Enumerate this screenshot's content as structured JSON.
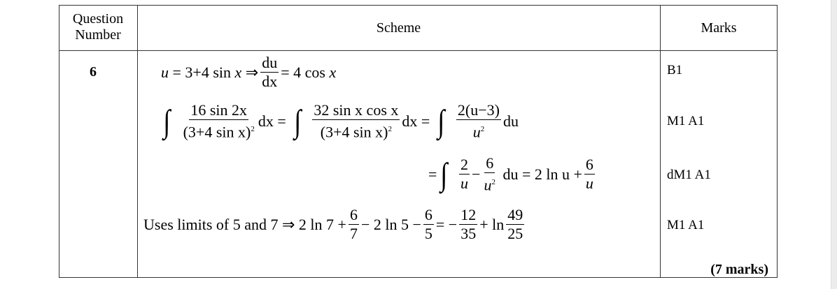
{
  "header": {
    "question_number_line1": "Question",
    "question_number_line2": "Number",
    "scheme": "Scheme",
    "marks": "Marks"
  },
  "question_number": "6",
  "scheme": {
    "line1": {
      "u": "u",
      "lhs": " = 3+4 sin ",
      "x": "x",
      "implies": " ⇒",
      "num": "du",
      "den": "dx",
      "rhs": "= 4 cos ",
      "x2": "x"
    },
    "line2": {
      "int1_num": "16 sin 2x",
      "int1_den": "(3+4 sin x)",
      "sq": "2",
      "dx": "dx =",
      "int2_num": "32 sin x cos x",
      "int2_den": "(3+4 sin x)",
      "int3_num": "2(u−3)",
      "int3_den": "u",
      "du": "du"
    },
    "line3": {
      "eq": "=",
      "f1_num": "2",
      "f1_den": "u",
      "minus": "−",
      "f2_num": "6",
      "f2_den": "u",
      "sq": "2",
      "rest": " du = 2 ln u +",
      "f3_num": "6",
      "f3_den": "u"
    },
    "line4": {
      "text": "Uses limits of 5 and 7 ⇒ 2 ln 7 +",
      "f1_num": "6",
      "f1_den": "7",
      "mid": "− 2 ln 5 −",
      "f2_num": "6",
      "f2_den": "5",
      "eq": "= −",
      "f3_num": "12",
      "f3_den": "35",
      "ln": "+ ln",
      "f4_num": "49",
      "f4_den": "25"
    }
  },
  "marks": [
    "B1",
    "M1 A1",
    "dM1 A1",
    "M1 A1"
  ],
  "total": "(7 marks)"
}
